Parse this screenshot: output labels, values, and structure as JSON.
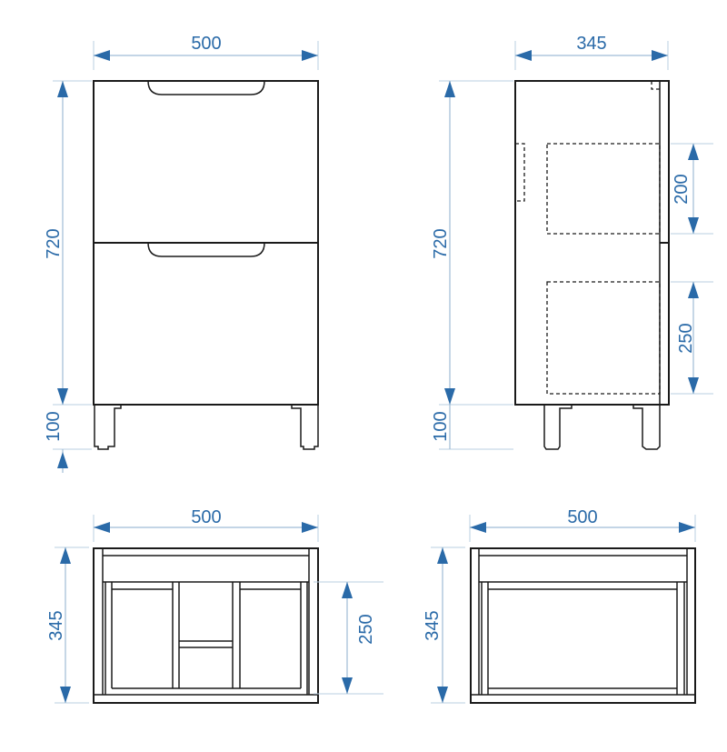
{
  "front_view": {
    "width": "500",
    "height": "720",
    "legs": "100"
  },
  "side_view": {
    "depth": "345",
    "height": "720",
    "legs": "100",
    "top_drawer": "200",
    "bottom_drawer": "250"
  },
  "top_view_left": {
    "width": "500",
    "depth": "345",
    "drawer": "250"
  },
  "top_view_right": {
    "width": "500",
    "depth": "345"
  },
  "colors": {
    "dimension": "#2a6aa8",
    "outline": "#1a1a1a"
  }
}
